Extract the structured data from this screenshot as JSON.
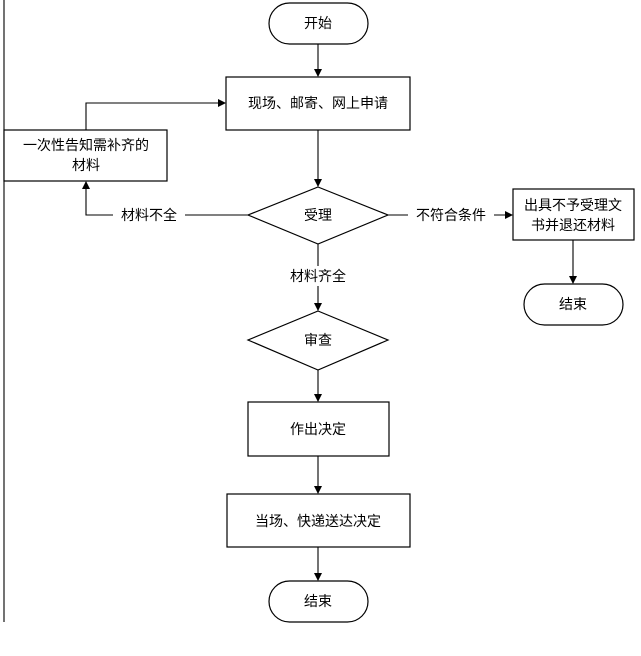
{
  "flowchart": {
    "start": "开始",
    "apply": "现场、邮寄、网上申请",
    "notify_box": [
      "一次性告知需补齐的",
      "材料"
    ],
    "accept": "受理",
    "reject_box": [
      "出具不予受理文",
      "书并退还材料"
    ],
    "end_right": "结束",
    "review": "审查",
    "decide": "作出决定",
    "deliver": "当场、快递送达决定",
    "end_bottom": "结束",
    "edges": {
      "incomplete": "材料不全",
      "not_eligible": "不符合条件",
      "complete": "材料齐全"
    }
  }
}
